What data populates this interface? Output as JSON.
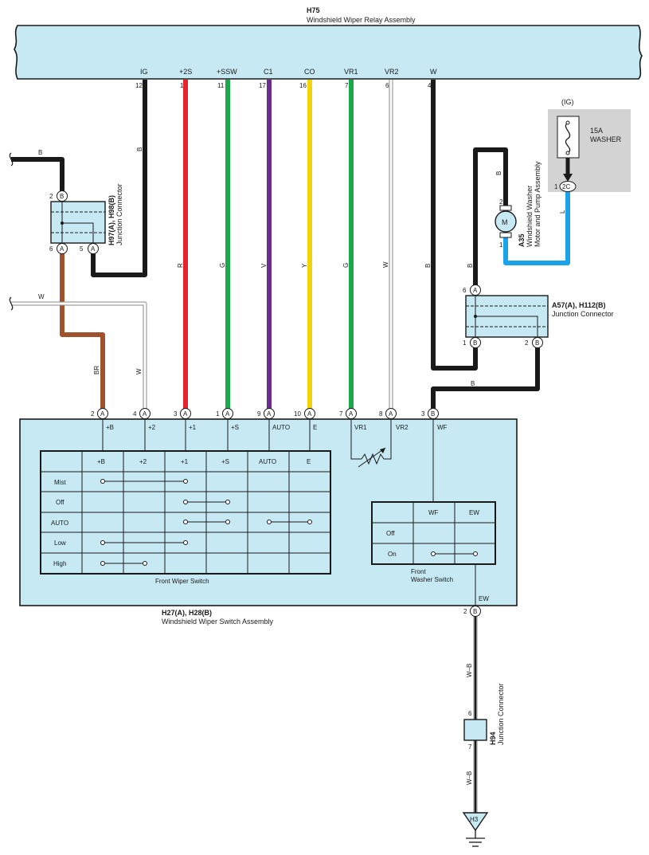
{
  "relay": {
    "code": "H75",
    "name": "Windshield Wiper Relay Assembly",
    "pins": [
      {
        "label": "IG",
        "num": "12",
        "wire": "B"
      },
      {
        "label": "+2S",
        "num": "1",
        "wire": "R"
      },
      {
        "label": "+SSW",
        "num": "11",
        "wire": "G"
      },
      {
        "label": "C1",
        "num": "17",
        "wire": "V"
      },
      {
        "label": "CO",
        "num": "16",
        "wire": "Y"
      },
      {
        "label": "VR1",
        "num": "7",
        "wire": "G"
      },
      {
        "label": "VR2",
        "num": "6",
        "wire": "W"
      },
      {
        "label": "W",
        "num": "4",
        "wire": "B"
      }
    ]
  },
  "wire_colors": {
    "B": "#1a1a1a",
    "R": "#e8222a",
    "G": "#1aa84a",
    "V": "#6b2c91",
    "Y": "#f2d40a",
    "W": "#ffffff",
    "BR": "#a0522d",
    "L": "#1aa3e8",
    "W-B": "#1a1a1a"
  },
  "fuse": {
    "group": "(IG)",
    "rating": "15A",
    "name": "WASHER",
    "pin": "1",
    "connector": "2C",
    "wire": "L"
  },
  "motor": {
    "code": "A35",
    "name_line1": "Windshield Washer",
    "name_line2": "Motor and Pump Assembly",
    "symbol": "M",
    "pin_top": "2",
    "pin_bottom": "1",
    "wire_top": "B"
  },
  "jc_left": {
    "code": "H97(A), H98(B)",
    "name": "Junction Connector",
    "pin_in": "2",
    "pin_in_conn": "B",
    "pin_out1": "6",
    "pin_out1_conn": "A",
    "pin_out2": "5",
    "pin_out2_conn": "A",
    "feed_wire": "B",
    "w_feed": "W",
    "br_wire": "BR",
    "w_wire": "W"
  },
  "jc_right": {
    "code": "A57(A), H112(B)",
    "name": "Junction Connector",
    "pin_in": "6",
    "pin_in_conn": "A",
    "pin_out1": "1",
    "pin_out1_conn": "B",
    "pin_out2": "2",
    "pin_out2_conn": "B",
    "wire_in": "B",
    "wire_out": "B"
  },
  "switch_assy": {
    "code": "H27(A), H28(B)",
    "name": "Windshield Wiper Switch Assembly",
    "pins": [
      {
        "num": "2",
        "conn": "A",
        "label": "+B"
      },
      {
        "num": "4",
        "conn": "A",
        "label": "+2"
      },
      {
        "num": "3",
        "conn": "A",
        "label": "+1"
      },
      {
        "num": "1",
        "conn": "A",
        "label": "+S"
      },
      {
        "num": "9",
        "conn": "A",
        "label": "AUTO"
      },
      {
        "num": "10",
        "conn": "A",
        "label": "E"
      },
      {
        "num": "7",
        "conn": "A",
        "label": "VR1"
      },
      {
        "num": "8",
        "conn": "A",
        "label": "VR2"
      },
      {
        "num": "3",
        "conn": "B",
        "label": "WF"
      }
    ],
    "ew_label": "EW",
    "ew_pin": "2",
    "ew_conn": "B"
  },
  "wiper_table": {
    "caption": "Front Wiper Switch",
    "headers": [
      "+B",
      "+2",
      "+1",
      "+S",
      "AUTO",
      "E"
    ],
    "rows": [
      "Mist",
      "Off",
      "AUTO",
      "Low",
      "High"
    ]
  },
  "washer_table": {
    "caption_line1": "Front",
    "caption_line2": "Washer Switch",
    "headers": [
      "WF",
      "EW"
    ],
    "rows": [
      "Off",
      "On"
    ]
  },
  "ground_path": {
    "wire": "W–B",
    "jc_code": "H94",
    "jc_name": "Junction Connector",
    "pin_top": "6",
    "pin_bottom": "7",
    "ground": "H3"
  }
}
